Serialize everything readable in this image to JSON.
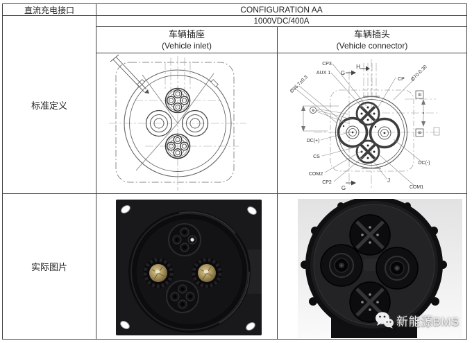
{
  "table": {
    "interface_label": "直流充电接口",
    "configuration": "CONFIGURATION AA",
    "rating": "1000VDC/400A",
    "inlet_title_cn": "车辆插座",
    "inlet_title_en": "(Vehicle inlet)",
    "connector_title_cn": "车辆插头",
    "connector_title_en": "(Vehicle connector)",
    "standard_row_label": "标准定义",
    "actual_row_label": "实际图片"
  },
  "connector_drawing_labels": {
    "cp3": "CP3",
    "aux1": "AUX 1",
    "g_top": "G",
    "h": "H",
    "cp": "CP",
    "dia70": "Ø70-0.30",
    "dia36": "Ø36.7±0.3",
    "datum9": "9",
    "dc_plus": "DC(+)",
    "cs": "CS",
    "com2": "COM2",
    "cp2": "CP2",
    "g_bottom": "G",
    "j": "J",
    "com1": "COM1",
    "dc_minus": "DC(-)",
    "datum_b": "B"
  },
  "watermark": {
    "text": "新能源BMS"
  },
  "colors": {
    "table_border": "#3f3f3f",
    "drawing_line": "#555555",
    "photo_flange": "#19191b",
    "gold_contact": "#a3905c"
  }
}
